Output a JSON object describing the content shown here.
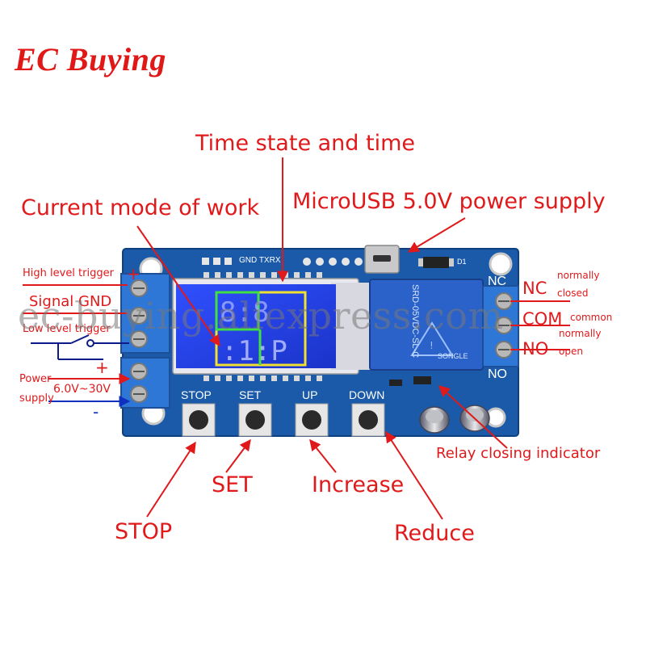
{
  "brand": "EC Buying",
  "watermark": "ec-buying.aliexpress.com",
  "callouts": {
    "time_state": "Time state and time",
    "current_mode": "Current mode of work",
    "microusb": "MicroUSB 5.0V power supply",
    "relay_indicator": "Relay closing indicator",
    "set": "SET",
    "increase": "Increase",
    "stop": "STOP",
    "reduce": "Reduce"
  },
  "left_labels": {
    "high_trigger": "High level trigger",
    "plus1": "+",
    "signal_gnd": "Signal GND",
    "low_trigger": "Low level trigger",
    "plus2": "+",
    "power": "Power",
    "supply": "supply",
    "voltage": "6.0V~30V",
    "minus": "-"
  },
  "right_labels": {
    "nc": "NC",
    "normally_closed_1": "normally",
    "normally_closed_2": "closed",
    "com": "COM",
    "common": "common",
    "no": "NO",
    "normally_open_1": "normally",
    "normally_open_2": "open"
  },
  "board": {
    "buttons": [
      "STOP",
      "SET",
      "UP",
      "DOWN"
    ],
    "header_text": "GND TXRX",
    "nc_silk": "NC",
    "no_silk": "NO",
    "relay_line1": "SRD-05VDC-SL-C",
    "relay_brand": "SONGLE",
    "d1": "D1"
  },
  "colors": {
    "label_red": "#e0191b",
    "pcb_blue": "#1a5aa8",
    "lcd_blue": "#1f3fd8",
    "relay_blue": "#2b62c9"
  }
}
